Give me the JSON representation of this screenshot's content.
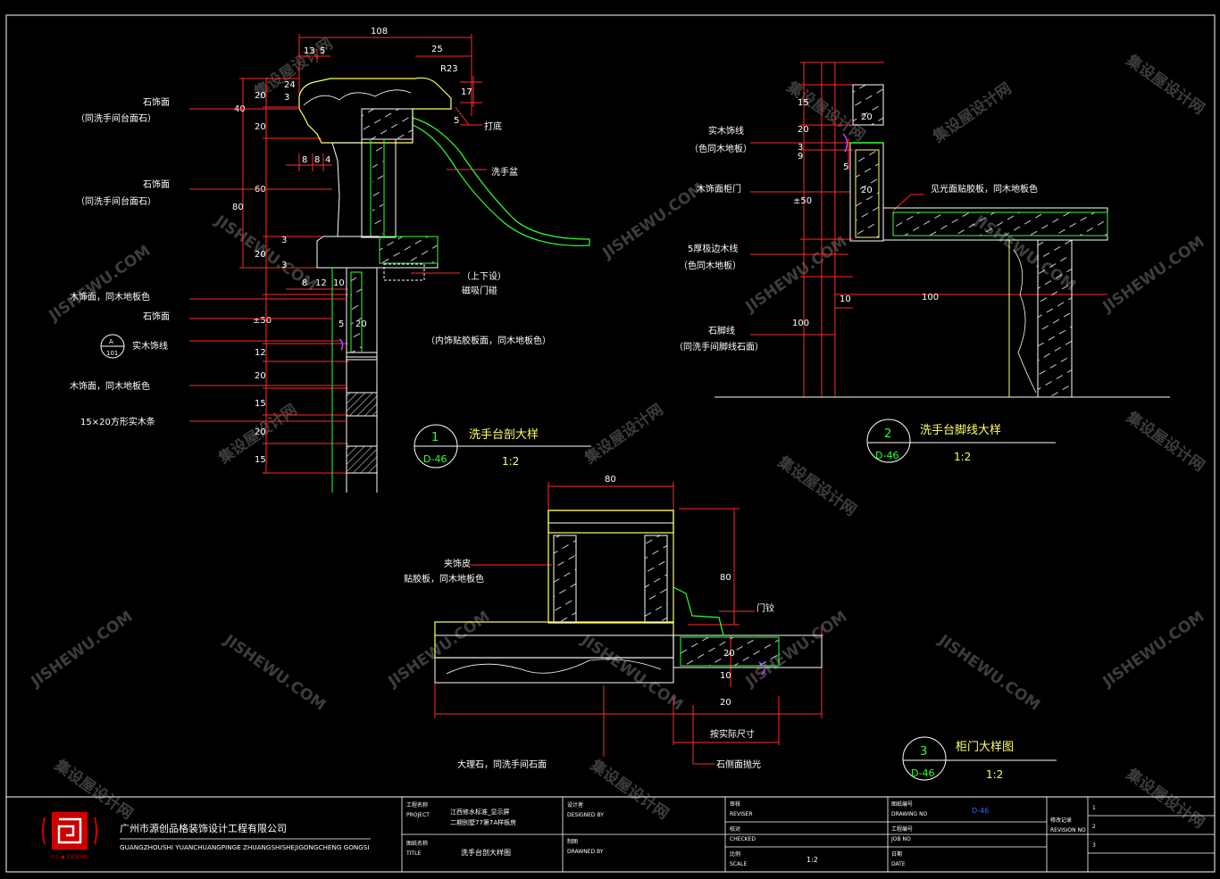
{
  "colors": {
    "background": "#000000",
    "frame": "#ffffff",
    "dim": "#ff2a2a",
    "outline": "#ffff66",
    "stone": "#ffffff",
    "wood": "#ffffff",
    "green": "#33ff33",
    "cyan": "#33ffff",
    "magenta": "#cc44ff"
  },
  "watermark": {
    "cn": "集设屋设计网",
    "en": "JISHEWU.COM"
  },
  "detail1": {
    "callout_num": "1",
    "callout_ref": "D-46",
    "title": "洗手台剖大样",
    "scale": "1:2",
    "labels": {
      "stone_face_1": "石饰面",
      "stone_face_1_note": "（同洗手间台面石）",
      "stone_face_2": "石饰面",
      "stone_face_2_note": "（同洗手间台面石）",
      "rub_edge": "打底",
      "basin": "洗手盆",
      "latch_1": "（上下设）",
      "latch_2": "磁吸门碰",
      "wood_face_1": "木饰面，同木地板色",
      "stone_face_3": "石饰面",
      "solid_line": "实木饰线",
      "tag_top": "A",
      "tag_bottom": "101",
      "wood_face_2": "木饰面，同木地板色",
      "strip": "15×20方形实木条",
      "inner_note": "（内饰贴胶板面，同木地板色）"
    },
    "dims": {
      "w108": "108",
      "d13": "13",
      "d5a": "5",
      "d25": "25",
      "r23": "R23",
      "d24": "24",
      "d17": "17",
      "d5b": "5",
      "d3a": "3",
      "d40": "40",
      "d20a": "20",
      "d20b": "20",
      "d8a": "8",
      "d8b": "8",
      "d4": "4",
      "d80": "80",
      "d60": "60",
      "d20c": "20",
      "d3b": "3",
      "d3c": "3",
      "d8c": "8",
      "d12a": "12",
      "d10": "10",
      "d50": "±50",
      "d5c": "5",
      "d20d": "20",
      "d12b": "12",
      "d20e": "20",
      "d15a": "15",
      "d20f": "20",
      "d15b": "15"
    }
  },
  "detail2": {
    "callout_num": "2",
    "callout_ref": "D-46",
    "title": "洗手台脚线大样",
    "scale": "1:2",
    "labels": {
      "solid_line": "实木饰线",
      "solid_note": "（色同木地板）",
      "wood_door": "木饰面柜门",
      "glue_note": "见光面贴胶板，同木地板色",
      "edge_5": "5厚极边木线",
      "edge_note": "（色同木地板）",
      "plinth": "石脚线",
      "plinth_note": "（同洗手间脚线石面）"
    },
    "dims": {
      "d15": "15",
      "d20a": "20",
      "d9": "9",
      "d3": "3",
      "d50": "±50",
      "d5": "5",
      "d20b": "20",
      "d20c": "20",
      "d10": "10",
      "d100a": "100",
      "d100b": "100"
    }
  },
  "detail3": {
    "callout_num": "3",
    "callout_ref": "D-46",
    "title": "柜门大样图",
    "scale": "1:2",
    "labels": {
      "veneer": "夹饰皮",
      "veneer_note": "贴胶板，同木地板色",
      "hinge": "门铰",
      "marble": "大理石，同洗手间石面",
      "actual": "按实际尺寸",
      "polish": "石侧面抛光"
    },
    "dims": {
      "d80a": "80",
      "d80b": "80",
      "d20a": "20",
      "d10": "10",
      "d20b": "20"
    }
  },
  "titleblock": {
    "company_cn": "广州市源创品格装饰设计工程有限公司",
    "company_en": "GUANGZHOUSHI YUANCHUANGPINGE ZHUANGSHISHEJIGONGCHENG   GONGSI",
    "logo_caption": "CC ◆ DESIGN",
    "project_cn": "工程名称",
    "project_en": "PROJECT",
    "project_val_1": "江西修水标准_显示屏",
    "project_val_2": "二期别墅77第7A样板房",
    "title_cn": "图纸名称",
    "title_en": "TITLE",
    "title_val": "洗手台剖大样图",
    "designer_cn": "设计者",
    "designer_en": "DESIGNED BY",
    "drawn_cn": "制图",
    "drawn_en": "DRAWNED BY",
    "reviser_cn": "审核",
    "reviser_en": "REVISER",
    "checked_cn": "校对",
    "checked_en": "CHECKED",
    "scale_cn": "比例",
    "scale_en": "SCALE",
    "scale_val": "1:2",
    "drawing_no_cn": "图纸编号",
    "drawing_no_en": "DRAWING NO",
    "drawing_no_val": "D-46",
    "job_no_cn": "工程编号",
    "job_no_en": "JOB NO",
    "date_cn": "日期",
    "date_en": "DATE",
    "revision_cn": "修改记录",
    "revision_en": "REVISION NO",
    "rev_rows": [
      "1",
      "2",
      "3"
    ]
  }
}
